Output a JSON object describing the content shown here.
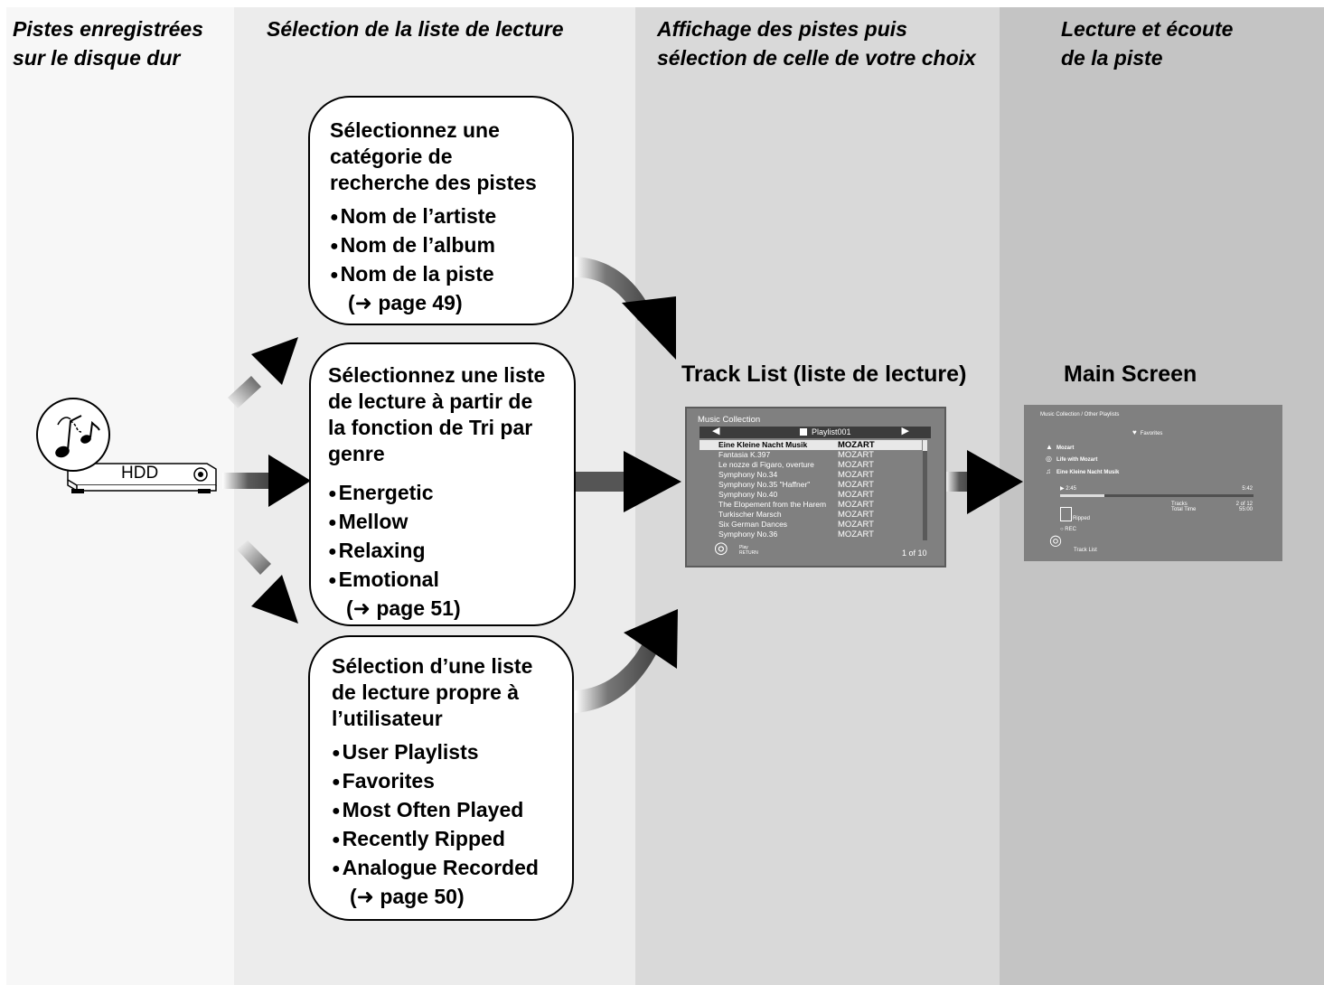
{
  "columns": [
    {
      "title": "Pistes enregistrées\nsur le disque dur"
    },
    {
      "title": "Sélection de la liste de lecture"
    },
    {
      "title": "Affichage des pistes puis\nsélection de celle de votre choix"
    },
    {
      "title": "Lecture et écoute\nde la piste"
    }
  ],
  "device": {
    "label": "HDD"
  },
  "boxes": [
    {
      "title": "Sélectionnez une\ncatégorie de\nrecherche des pistes",
      "items": [
        "Nom de l’artiste",
        "Nom de l’album",
        "Nom de la piste"
      ],
      "ref": "(➜ page 49)"
    },
    {
      "title": "Sélectionnez une liste\nde lecture à partir de\nla fonction de Tri par\ngenre",
      "items": [
        "Energetic",
        "Mellow",
        "Relaxing",
        "Emotional"
      ],
      "ref": "(➜ page 51)"
    },
    {
      "title": "Sélection d’une liste\nde lecture propre à\nl’utilisateur",
      "items": [
        "User Playlists",
        "Favorites",
        "Most Often Played",
        "Recently Ripped",
        "Analogue Recorded"
      ],
      "ref": "(➜ page 50)"
    }
  ],
  "track_list": {
    "label": "Track List (liste de lecture)",
    "screen_title": "Music Collection",
    "playlist_name": "Playlist001",
    "nav_left": "◀",
    "nav_right": "▶",
    "selected_index": 0,
    "rows": [
      {
        "title": "Eine Kleine Nacht Musik",
        "artist": "MOZART"
      },
      {
        "title": "Fantasia K.397",
        "artist": "MOZART"
      },
      {
        "title": "Le nozze di Figaro, overture",
        "artist": "MOZART"
      },
      {
        "title": "Symphony No.34",
        "artist": "MOZART"
      },
      {
        "title": "Symphony No.35 \"Haffner\"",
        "artist": "MOZART"
      },
      {
        "title": "Symphony No.40",
        "artist": "MOZART"
      },
      {
        "title": "The Elopement from the Harem",
        "artist": "MOZART"
      },
      {
        "title": "Turkischer Marsch",
        "artist": "MOZART"
      },
      {
        "title": "Six German Dances",
        "artist": "MOZART"
      },
      {
        "title": "Symphony No.36",
        "artist": "MOZART"
      }
    ],
    "play_hint": "Play",
    "play_hint_2": "RETURN",
    "page_indicator": "1 of 10"
  },
  "main_screen": {
    "label": "Main Screen",
    "screen_title": "Music Collection / Other Playlists",
    "favorites": "Favorites",
    "artist": "Mozart",
    "album": "Life with Mozart",
    "track": "Eine Kleine Nacht Musik",
    "elapsed": "▶ 2:45",
    "duration": "5:42",
    "progress": 0.23,
    "tracks_label": "Tracks",
    "tracks_value": "2 of 12",
    "total_time_label": "Total Time",
    "total_time_value": "55:00",
    "ripped": "Ripped",
    "rec": "REC",
    "tracklist_hint": "Track List"
  }
}
